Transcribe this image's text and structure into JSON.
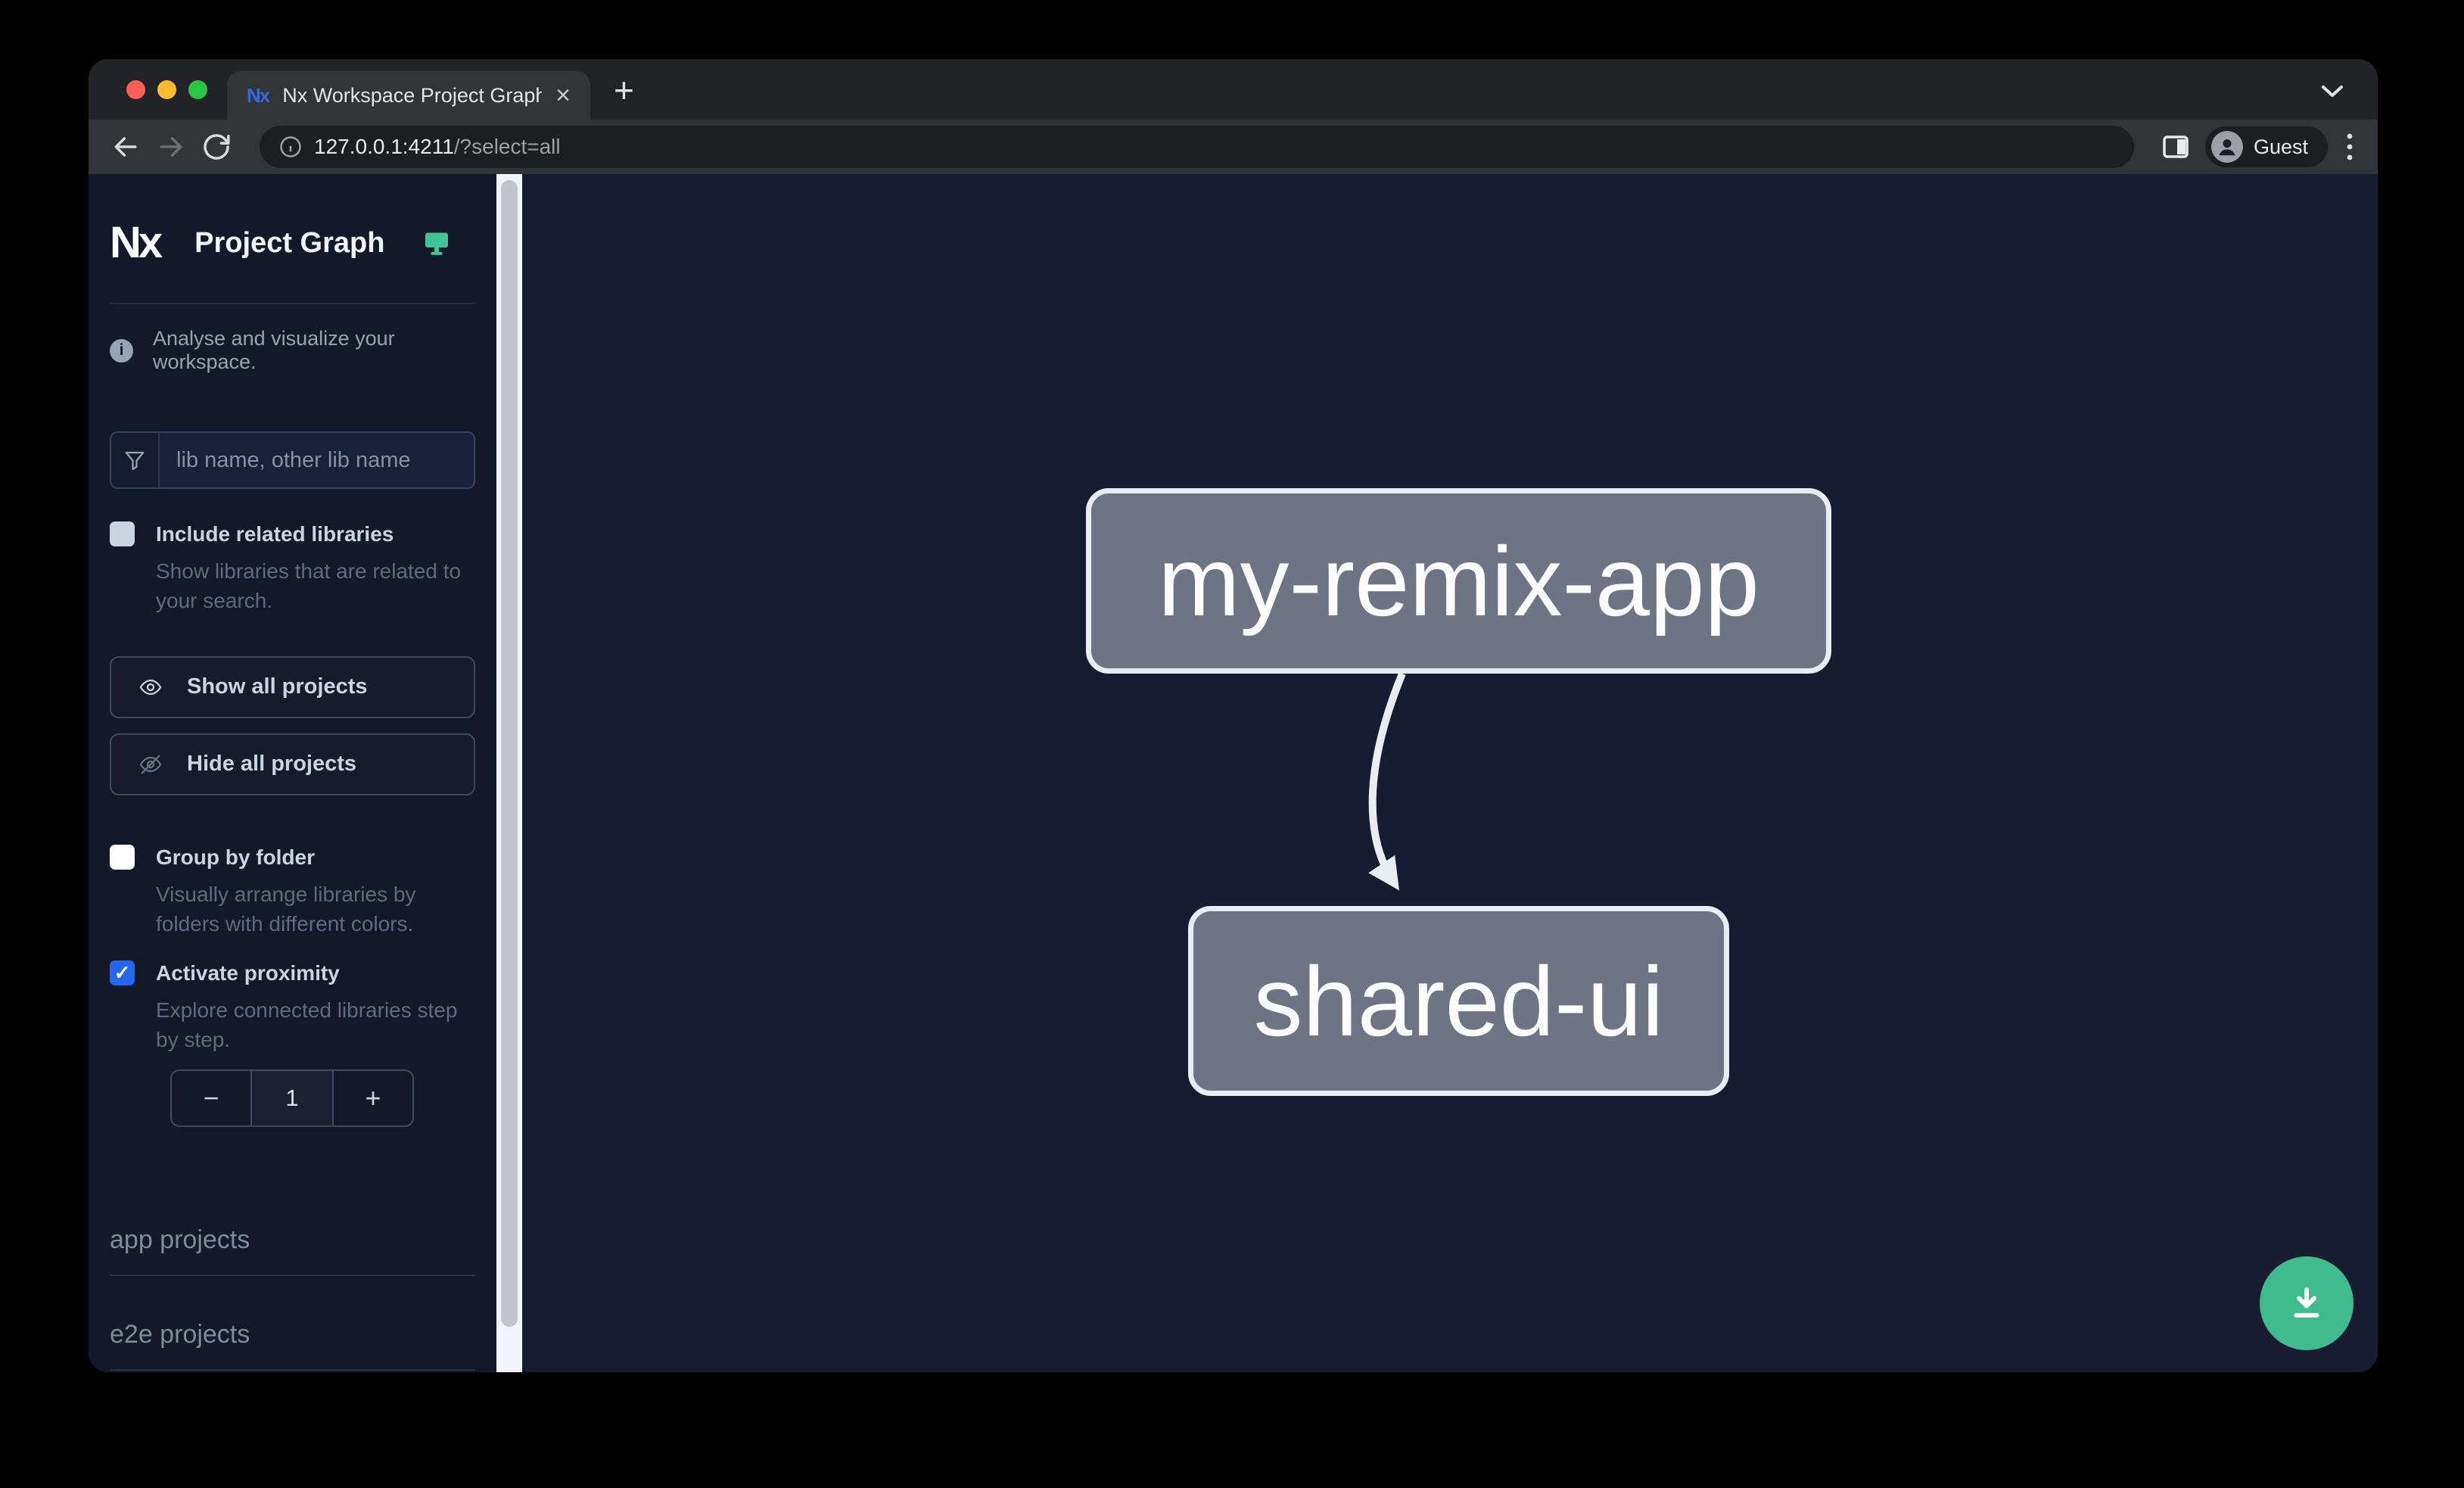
{
  "browser": {
    "tab_title": "Nx Workspace Project Graph",
    "tab_close_glyph": "×",
    "new_tab_glyph": "+",
    "tab_overflow_glyph": "⌄",
    "favicon_text": "Nx",
    "url": {
      "host": "127.0.0.1:4211",
      "path": "/?select=all"
    },
    "profile_label": "Guest"
  },
  "sidebar": {
    "brand": "Nx",
    "title": "Project Graph",
    "tagline": "Analyse and visualize your workspace.",
    "search": {
      "placeholder": "lib name, other lib name",
      "value": ""
    },
    "filters": {
      "include_related": {
        "label": "Include related libraries",
        "description": "Show libraries that are related to your search.",
        "checked": false
      },
      "group_by_folder": {
        "label": "Group by folder",
        "description": "Visually arrange libraries by folders with different colors.",
        "checked": false
      },
      "activate_proximity": {
        "label": "Activate proximity",
        "description": "Explore connected libraries step by step.",
        "checked": true
      }
    },
    "actions": {
      "show_all": "Show all projects",
      "hide_all": "Hide all projects"
    },
    "proximity_stepper": {
      "decrement": "−",
      "value": "1",
      "increment": "+"
    },
    "sections": [
      {
        "label": "app projects"
      },
      {
        "label": "e2e projects"
      }
    ]
  },
  "graph": {
    "nodes": [
      {
        "id": "my-remix-app"
      },
      {
        "id": "shared-ui"
      }
    ],
    "edges": [
      {
        "source": "my-remix-app",
        "target": "shared-ui"
      }
    ]
  },
  "colors": {
    "accent_blue": "#2468f2",
    "node_fill": "#6e7483",
    "node_border": "#e9edf2",
    "fab_green": "#3fbc8e",
    "monitor_green": "#3fc495",
    "traffic_red": "#ff5f57",
    "traffic_yellow": "#febc2e",
    "traffic_green": "#29c73f"
  }
}
